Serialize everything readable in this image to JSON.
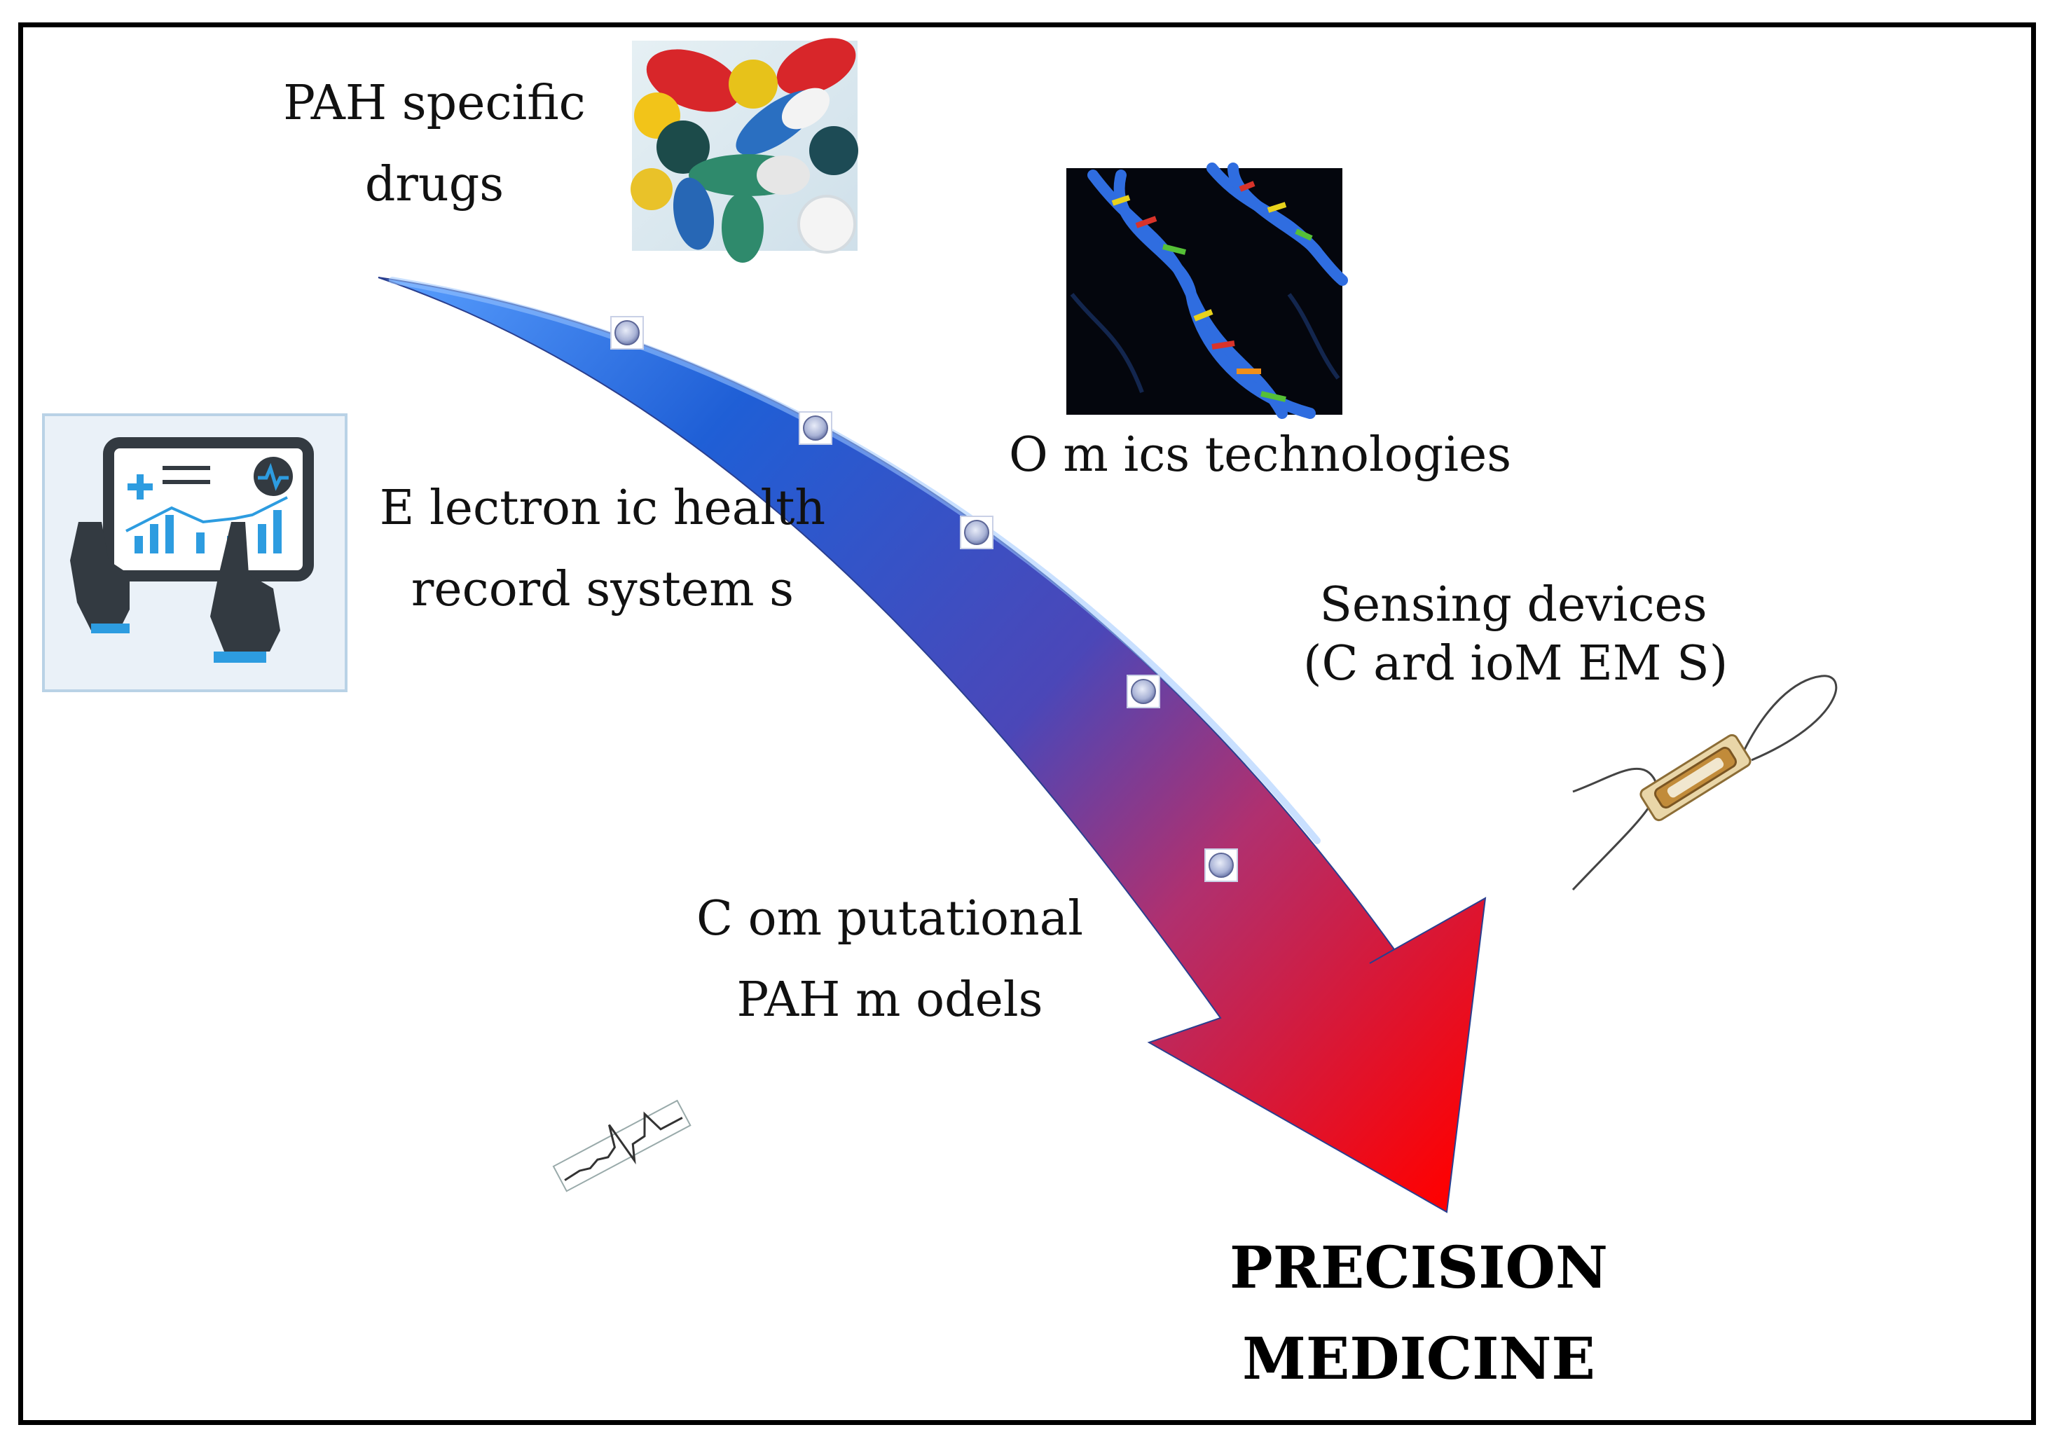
{
  "labels": {
    "pah_drugs": {
      "line1": "PAH  specific",
      "line2": "drugs"
    },
    "omics": {
      "line1": "O m  ics technologies"
    },
    "ehr": {
      "line1": "E lectron ic health",
      "line2": "record system  s"
    },
    "sensing": {
      "line1": "Sensing devices",
      "line2": "(C ard ioM  EM  S)"
    },
    "computational": {
      "line1": "C om  putational",
      "line2": "PAH   m odels"
    }
  },
  "outcome": {
    "line1": "PRECISION",
    "line2": "MEDICINE"
  },
  "icons": {
    "drugs": "pills-photo-icon",
    "omics": "dna-helix-icon",
    "ehr": "tablet-health-dashboard-icon",
    "sensing": "cardiomems-sensor-icon",
    "computational": "ecg-waveform-icon"
  },
  "colors": {
    "arrow_start": "#1f5fd6",
    "arrow_mid": "#6a4aa6",
    "arrow_end": "#ff0000",
    "border": "#000000"
  }
}
